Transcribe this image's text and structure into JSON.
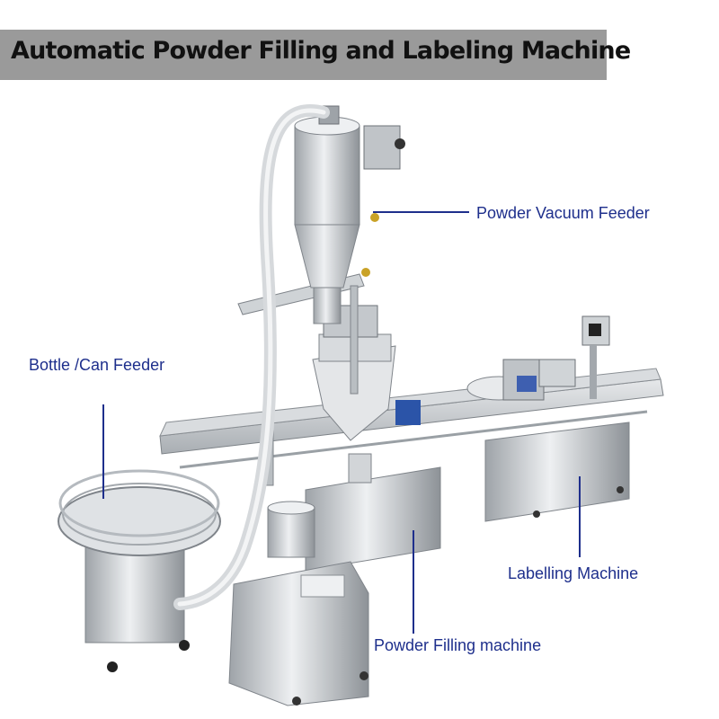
{
  "title": "Automatic Powder Filling and Labeling Machine",
  "colors": {
    "title_background": "#9a9a9a",
    "title_text": "#111111",
    "callout_text": "#1e2f8c",
    "callout_line": "#1e2f8c",
    "stainless_steel": "#c9cdd1"
  },
  "callouts": {
    "vacuum_feeder": "Powder Vacuum Feeder",
    "bottle_feeder": "Bottle /Can Feeder",
    "labelling_machine": "Labelling Machine",
    "filling_machine": "Powder Filling machine"
  }
}
